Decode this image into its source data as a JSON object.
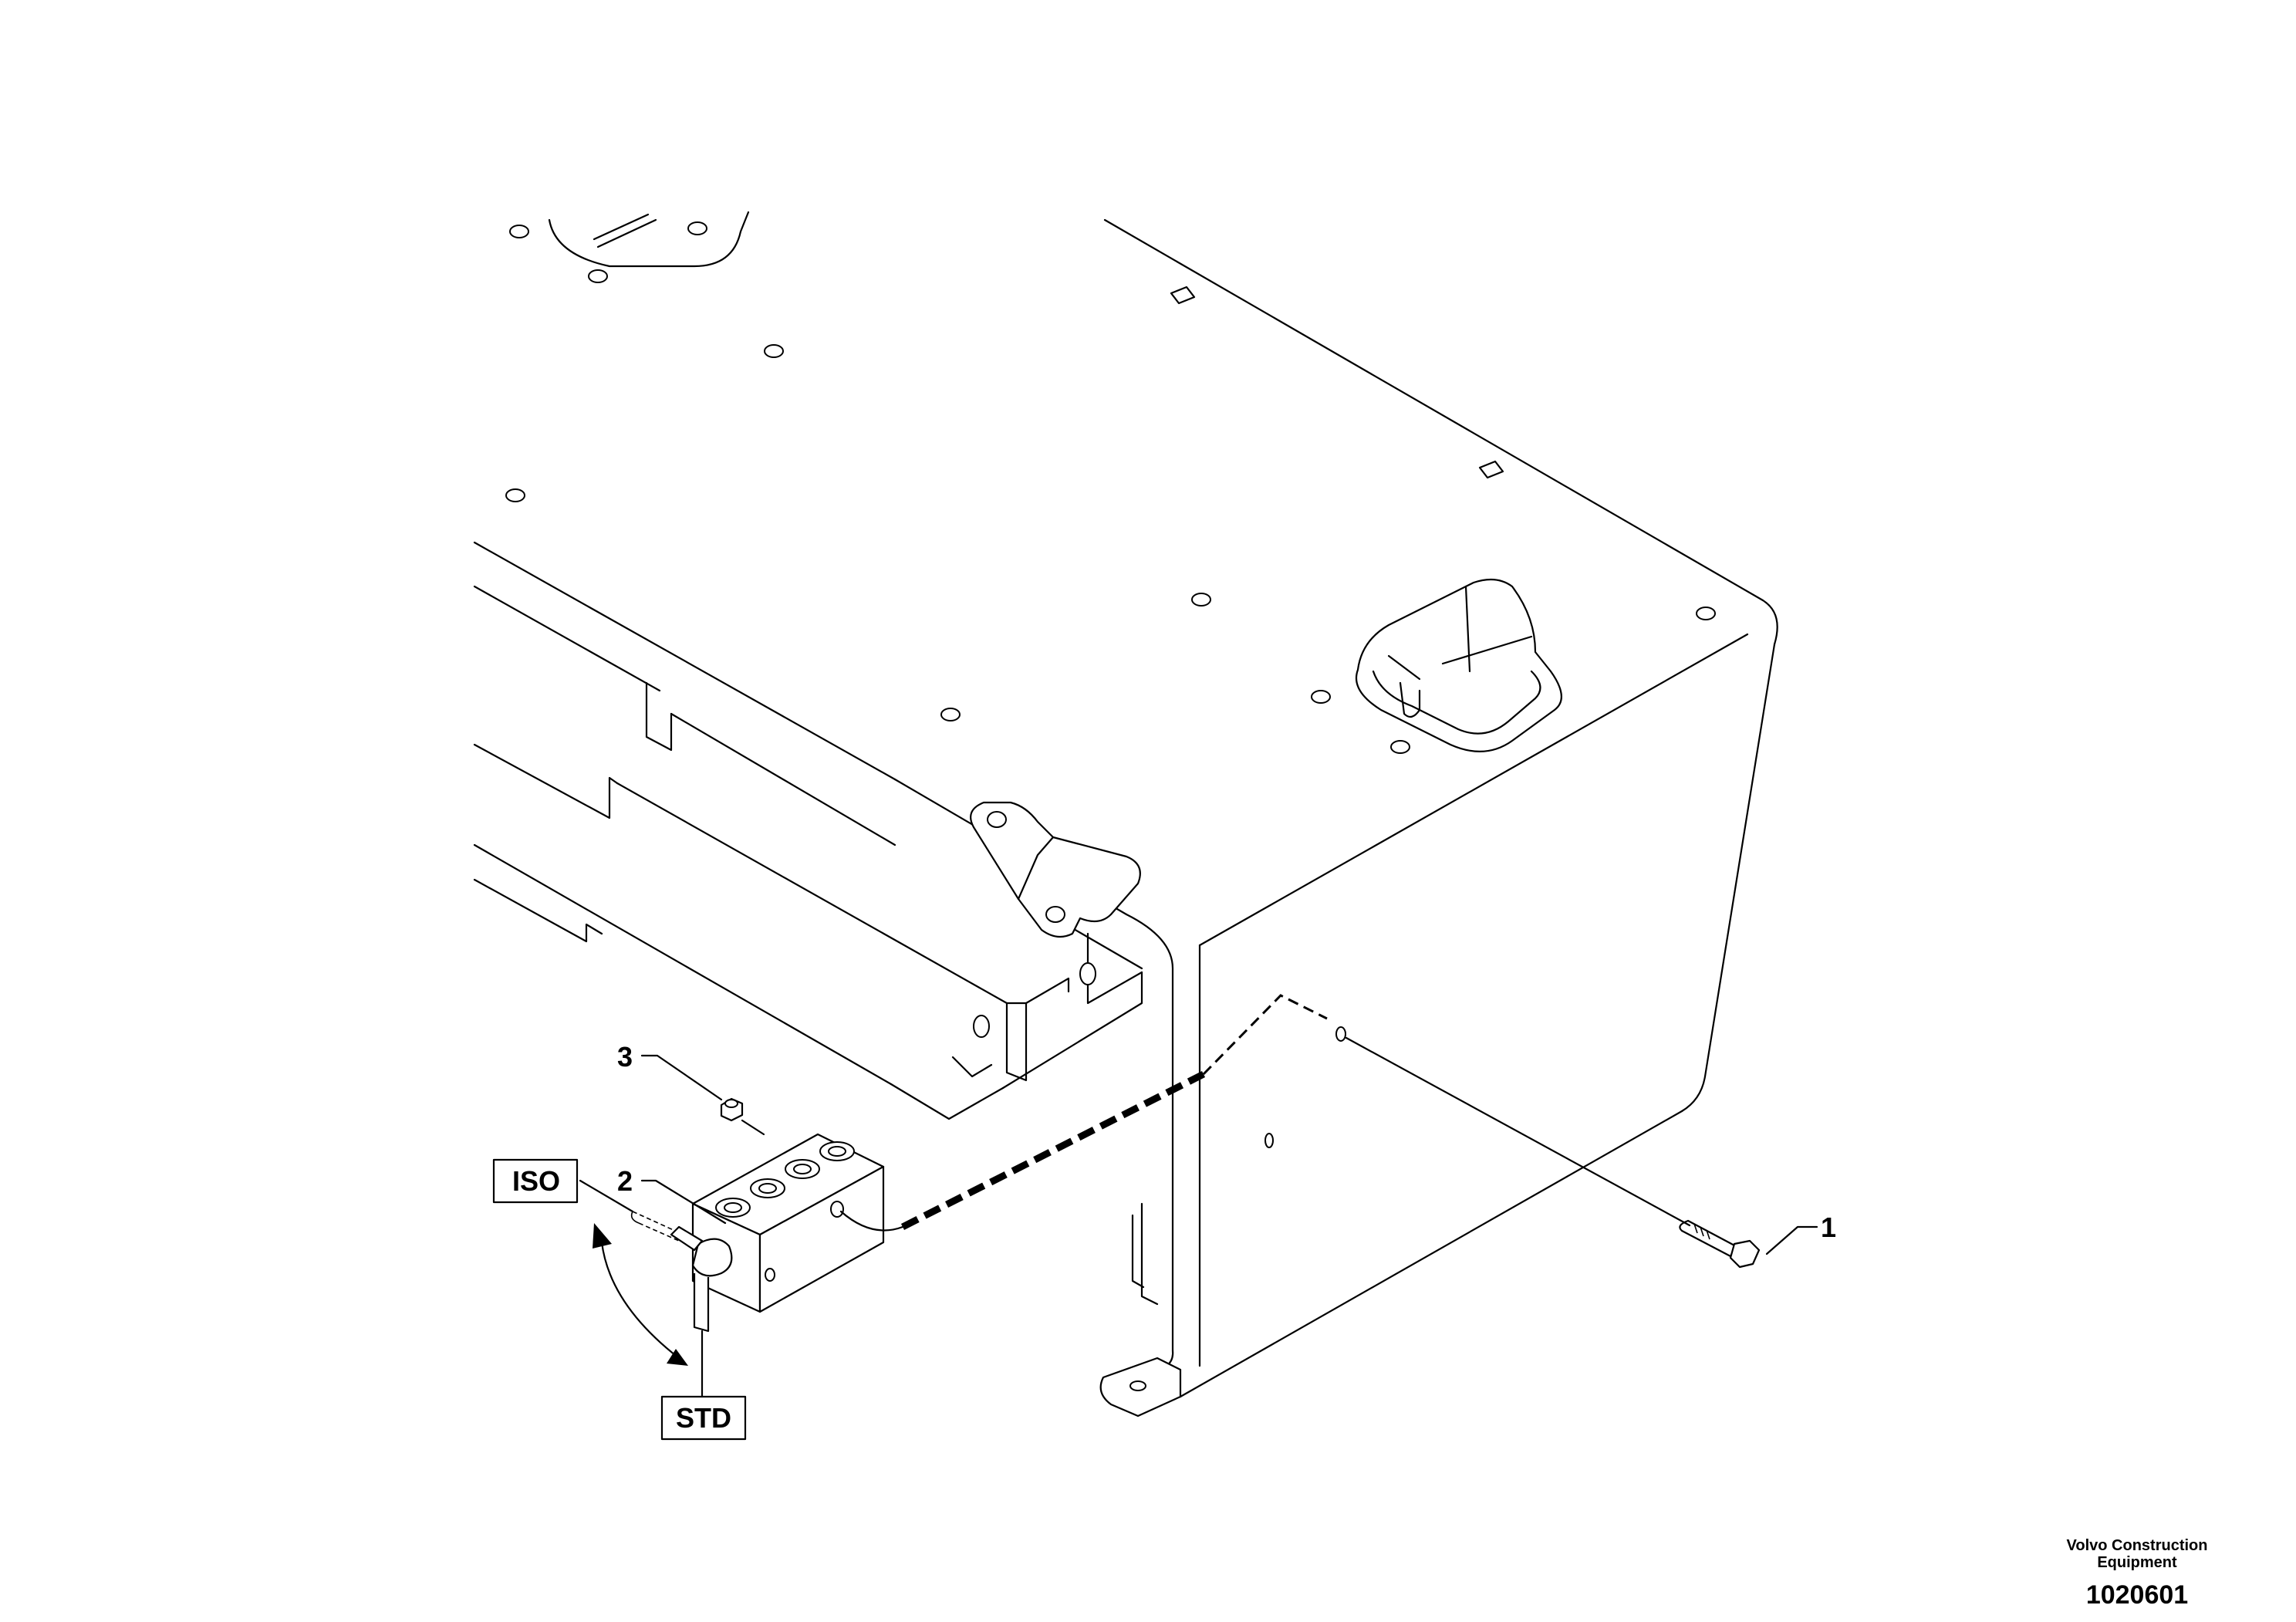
{
  "callouts": {
    "c1": "1",
    "c2": "2",
    "c3": "3"
  },
  "boxes": {
    "iso": "ISO",
    "std": "STD"
  },
  "footer": {
    "company_line1": "Volvo Construction",
    "company_line2": "Equipment",
    "figure_number": "1020601"
  }
}
